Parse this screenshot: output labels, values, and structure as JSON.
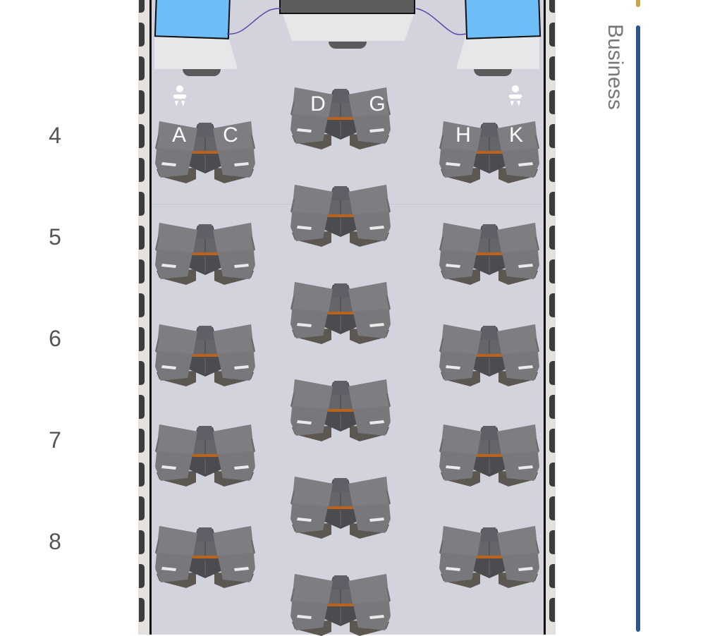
{
  "cabin": {
    "name": "Business",
    "bar_color": "#2c5592",
    "previous_cabin_bar_color": "#c9a24a"
  },
  "columns": {
    "left_pair": [
      "A",
      "C"
    ],
    "center_pair": [
      "D",
      "G"
    ],
    "right_pair": [
      "H",
      "K"
    ]
  },
  "rows": [
    {
      "number": "4"
    },
    {
      "number": "5"
    },
    {
      "number": "6"
    },
    {
      "number": "7"
    },
    {
      "number": "8"
    }
  ],
  "facilities": {
    "lavatory_left": "lavatory",
    "lavatory_right": "lavatory",
    "galley": "galley",
    "bassinet_left": "bassinet",
    "bassinet_right": "bassinet"
  },
  "colors": {
    "cabin_floor": "#d2d3dc",
    "seat": "#77777b",
    "seat_console": "#4e4e52",
    "seat_accent": "#b8641e",
    "lavatory": "#6ebdf6"
  }
}
